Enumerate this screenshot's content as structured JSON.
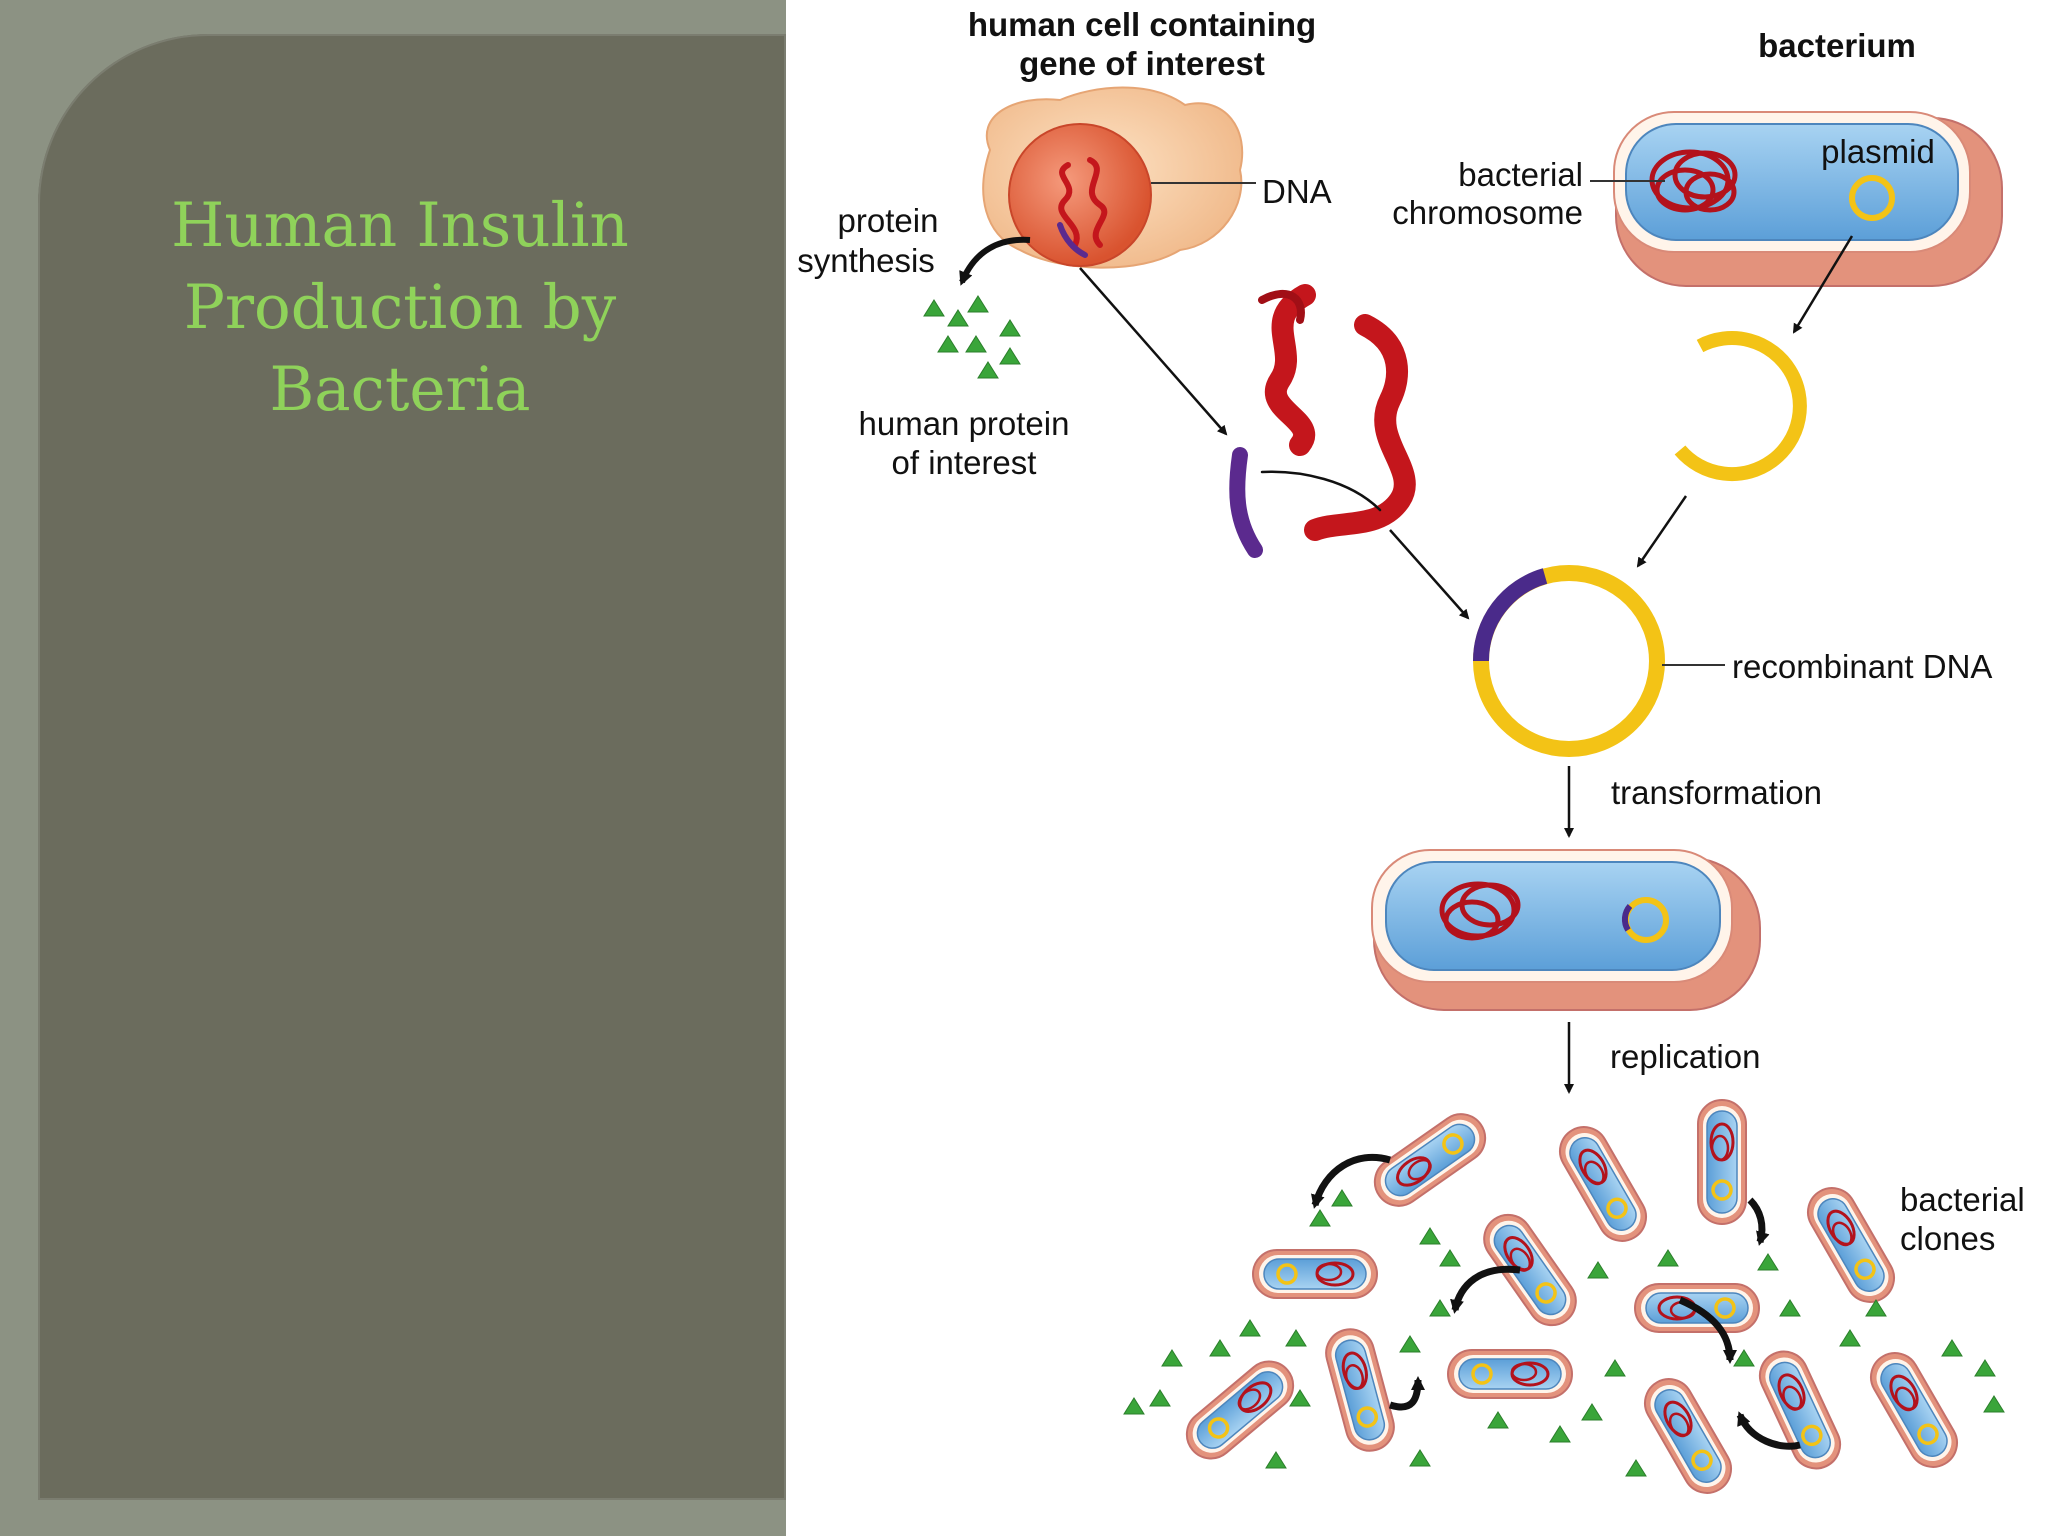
{
  "slide": {
    "title_lines": [
      "Human Insulin",
      "Production by",
      "Bacteria"
    ]
  },
  "diagram": {
    "labels": {
      "human_cell_line1": "human cell containing",
      "human_cell_line2": "gene of interest",
      "bacterium": "bacterium",
      "dna": "DNA",
      "bacterial_chromosome_line1": "bacterial",
      "bacterial_chromosome_line2": "chromosome",
      "plasmid": "plasmid",
      "protein_synthesis_line1": "protein",
      "protein_synthesis_line2": "synthesis",
      "human_protein_line1": "human protein",
      "human_protein_line2": "of interest",
      "recombinant_dna": "recombinant DNA",
      "transformation": "transformation",
      "replication": "replication",
      "bacterial_clones_line1": "bacterial",
      "bacterial_clones_line2": "clones"
    },
    "colors": {
      "cell_body": "#f2c79c",
      "nucleus": "#e0603f",
      "dna_red": "#c4161c",
      "gene_purple": "#5b2a8e",
      "plasmid_yellow": "#f3c316",
      "bacterium_wall": "#e0937a",
      "bacterium_cytoplasm": "#8fc2e8",
      "protein_green": "#3aa53a"
    }
  }
}
